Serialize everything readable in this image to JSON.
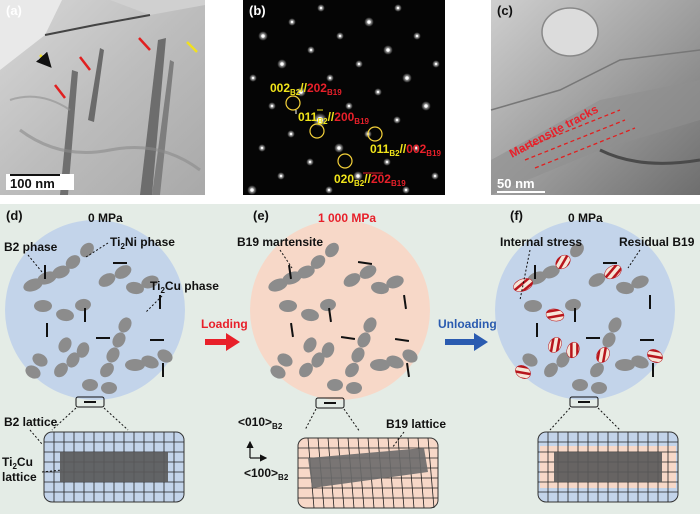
{
  "panels": {
    "a": {
      "label": "(a)",
      "scalebar": "100 nm"
    },
    "b": {
      "label": "(b)",
      "spot1": {
        "yellow": "002",
        "yellow_sub": "B2",
        "sep": "//",
        "red": "202",
        "red_sub": "B19"
      },
      "spot2": {
        "yellow": "011",
        "yellow_sub": "B2",
        "sep": "//",
        "red": "200",
        "red_sub": "B19"
      },
      "spot3": {
        "yellow": "011",
        "yellow_sub": "B2",
        "sep": "//",
        "red": "002",
        "red_sub": "B19"
      },
      "spot4": {
        "yellow": "020",
        "yellow_sub": "B2",
        "sep": "//",
        "red": "202",
        "red_sub": "B19"
      }
    },
    "c": {
      "label": "(c)",
      "scalebar": "50 nm",
      "annotation": "Martensite tracks"
    },
    "d": {
      "label": "(d)",
      "stress": "0 MPa",
      "b2_phase": "B2 phase",
      "ti2ni_a": "Ti",
      "ti2ni_sub": "2",
      "ti2ni_b": "Ni phase",
      "ti2cu_a": "Ti",
      "ti2cu_sub": "2",
      "ti2cu_b": "Cu phase",
      "lattice": "B2 lattice",
      "lattice2_a": "Ti",
      "lattice2_sub": "2",
      "lattice2_b": "Cu",
      "lattice2_c": "lattice"
    },
    "e": {
      "label": "(e)",
      "stress": "1 000 MPa",
      "martensite": "B19 martensite",
      "lattice": "B19 lattice",
      "axis_y": "<010>",
      "axis_y_sub": "B2",
      "axis_x": "<100>",
      "axis_x_sub": "B2"
    },
    "f": {
      "label": "(f)",
      "stress": "0 MPa",
      "internal": "Internal stress",
      "residual": "Residual B19"
    }
  },
  "arrows": {
    "loading": "Loading",
    "unloading": "Unloading"
  },
  "colors": {
    "b2_bg": "#c3d4ea",
    "b19_bg": "#f7d8c8",
    "particle": "#8c8c8c",
    "loading": "#e8202a",
    "unloading": "#2a5bb0",
    "schematic_bg": "#e4ece6"
  }
}
